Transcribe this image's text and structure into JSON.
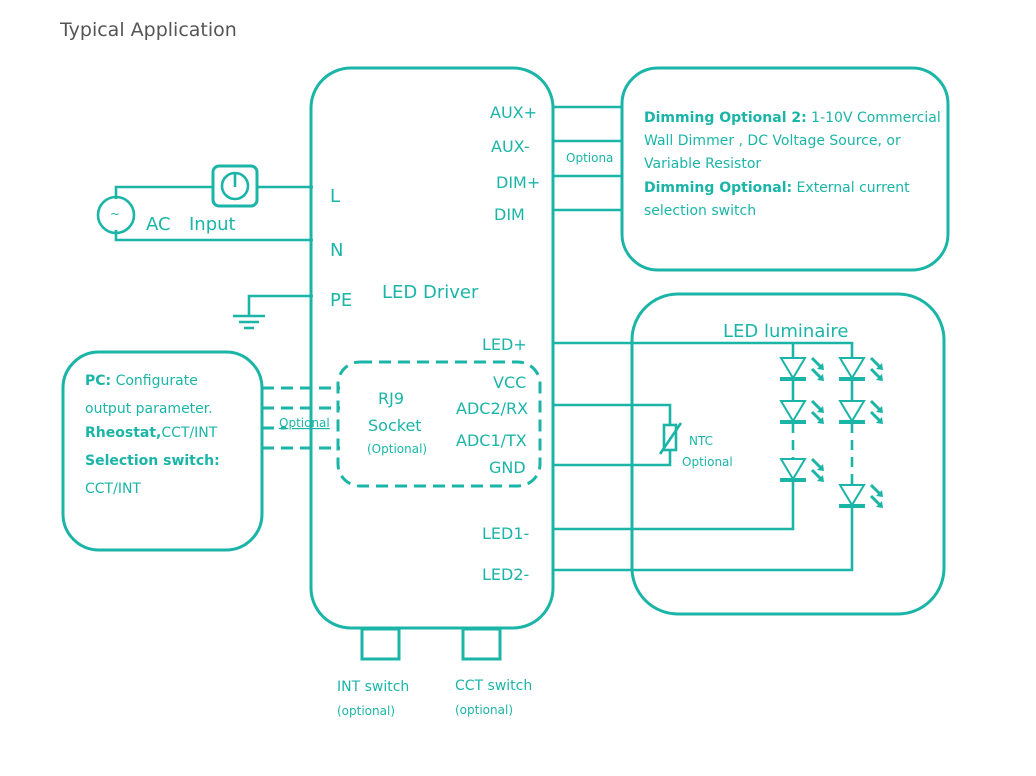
{
  "title": "Typical Application",
  "accent_color": "#1bb5a8",
  "ac_input": {
    "ac_label": "AC",
    "input_label": "Input",
    "source_icon": "ac-source-icon",
    "switch_icon": "power-switch-icon"
  },
  "driver": {
    "name": "LED Driver",
    "left_terminals": [
      "L",
      "N",
      "PE"
    ],
    "right_terminals_top": [
      "AUX+",
      "AUX-",
      "DIM+",
      "DIM"
    ],
    "right_terminals_led": [
      "LED+",
      "LED1-",
      "LED2-"
    ],
    "socket": {
      "name": "RJ9",
      "sub": "Socket",
      "note": "(Optional)",
      "pins": [
        "VCC",
        "ADC2/RX",
        "ADC1/TX",
        "GND"
      ]
    }
  },
  "dimming_box": {
    "wire_label": "Optiona",
    "line1_bold": "Dimming Optional 2:",
    "line1_rest": " 1-10V Commercial",
    "line2": "Wall Dimmer , DC Voltage Source, or",
    "line3": "Variable Resistor",
    "line4_bold": "Dimming Optional:",
    "line4_rest": " External current",
    "line5": "selection switch"
  },
  "pc_box": {
    "wire_label": "Optional",
    "line1_bold": "PC:",
    "line1_rest": " Configurate",
    "line2": "output parameter.",
    "line3_bold": "Rheostat,",
    "line3_rest": "CCT/INT",
    "line4_bold": "Selection switch:",
    "line5": "CCT/INT"
  },
  "luminaire": {
    "title": "LED luminaire",
    "ntc_label": "NTC",
    "ntc_note": "Optional",
    "string1_leds": 3,
    "string2_leds": 3
  },
  "switches": [
    {
      "name": "INT switch",
      "note": "(optional)"
    },
    {
      "name": "CCT switch",
      "note": "(optional)"
    }
  ]
}
